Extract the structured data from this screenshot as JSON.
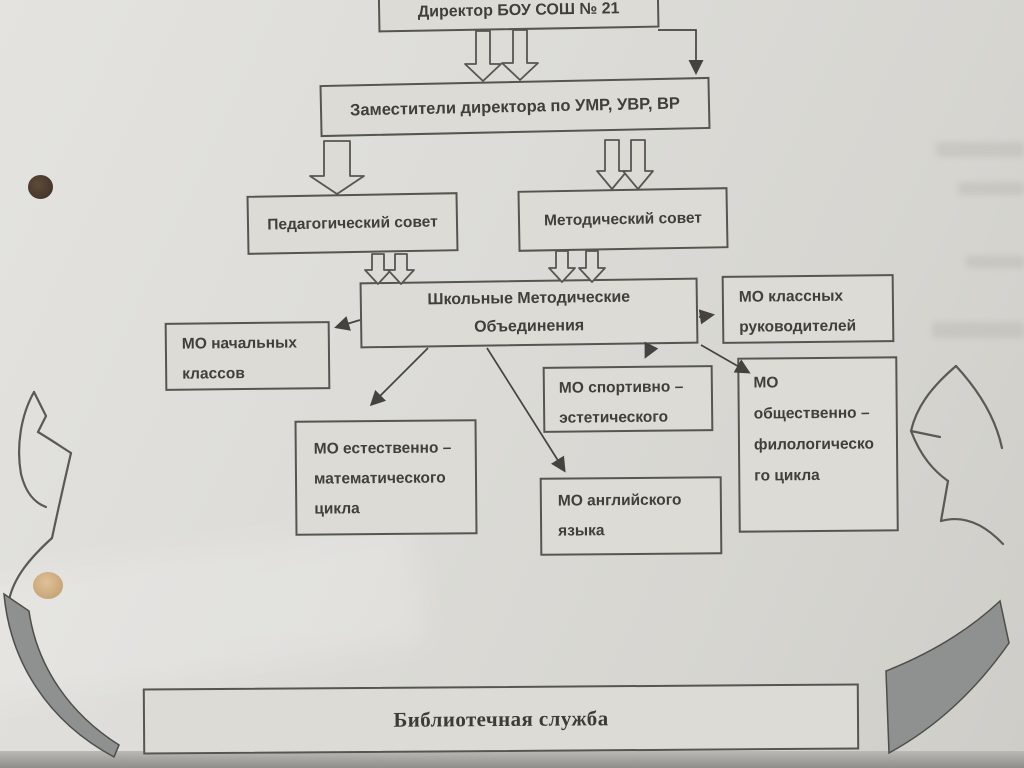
{
  "page": {
    "kind": "photographed organizational chart of a school methodical service",
    "language": "Russian"
  },
  "colors": {
    "paper": "#dbdad6",
    "line": "#56554f",
    "text": "#403f3a",
    "solid_arrow": "#8e918f"
  },
  "nodes": {
    "director": {
      "label": "Директор БОУ СОШ № 21"
    },
    "deputies": {
      "label": "Заместители директора по УМР, УВР, ВР"
    },
    "pedagogical_council": {
      "label": "Педагогический совет"
    },
    "methodical_council": {
      "label": "Методический совет"
    },
    "shmo": {
      "label": "Школьные Методические\nОбъединения"
    },
    "mo_class_teachers": {
      "label": "МО классных\nруководителей"
    },
    "mo_primary": {
      "label": "МО начальных\nклассов"
    },
    "mo_sport_aesthetic": {
      "label": "МО спортивно –\nэстетического"
    },
    "mo_social_philological": {
      "label": "МО\nобщественно –\nфилологическо\nго цикла"
    },
    "mo_natural_math": {
      "label": "МО естественно –\nматематического\nцикла"
    },
    "mo_english": {
      "label": "МО английского\nязыка"
    },
    "library": {
      "label": "Библиотечная служба"
    }
  }
}
